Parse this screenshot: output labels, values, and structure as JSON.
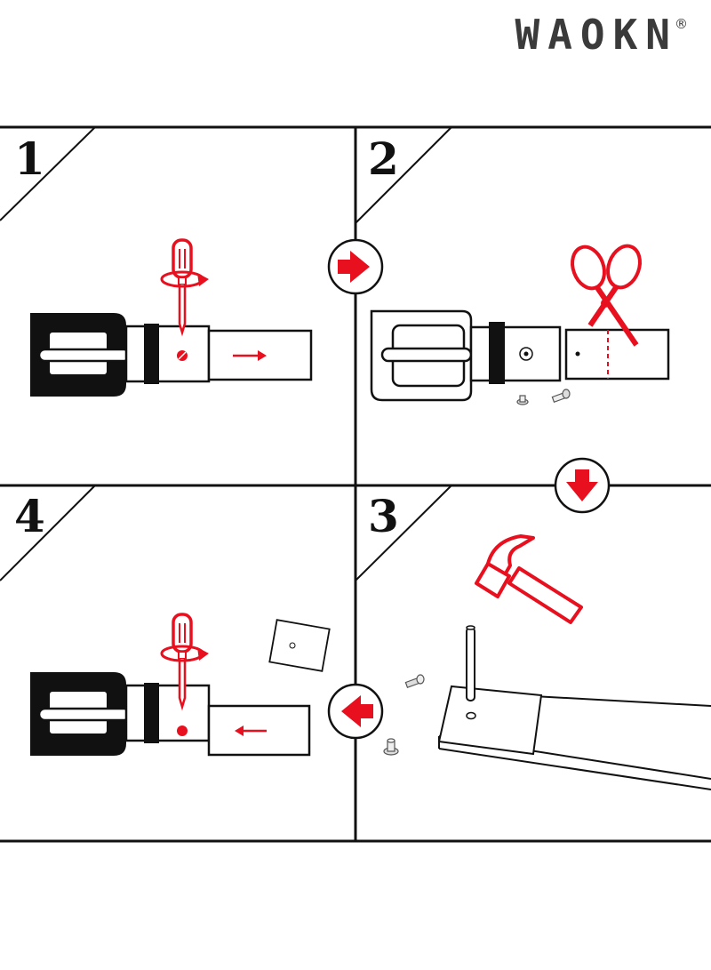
{
  "brand": {
    "name": "WAOKN",
    "registered_mark": "®"
  },
  "steps": [
    {
      "number": "1"
    },
    {
      "number": "2"
    },
    {
      "number": "3"
    },
    {
      "number": "4"
    }
  ],
  "colors": {
    "accent": "#e8101e",
    "line": "#111111",
    "brand": "#3a3a3a"
  },
  "icons": [
    "screwdriver-icon",
    "rotation-arrow-icon",
    "direction-arrow-icon",
    "scissors-icon",
    "hammer-icon",
    "punch-tool-icon",
    "screw-icon",
    "rivet-post-icon"
  ]
}
